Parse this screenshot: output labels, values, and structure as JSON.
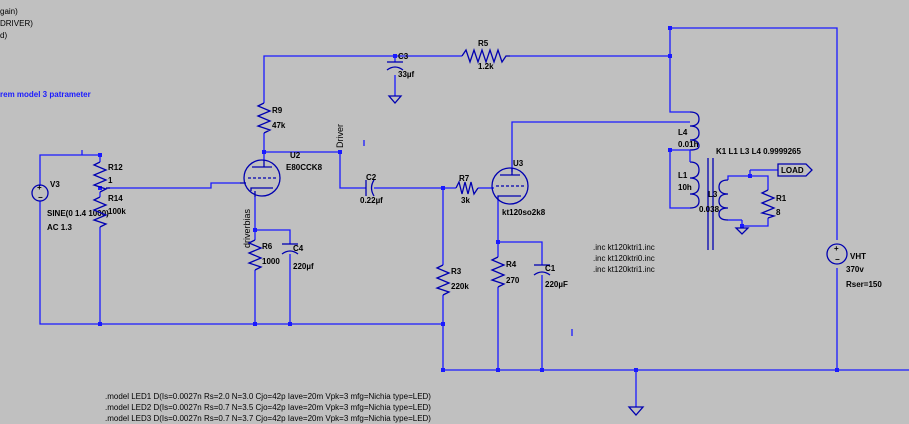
{
  "header_lines": [
    "gain)",
    "DRIVER)",
    "d)"
  ],
  "header_note": "rem model 3 patrameter",
  "components": {
    "v3": {
      "name": "V3",
      "value": "SINE(0 1.4 1000)",
      "extra": "AC 1.3"
    },
    "r12": {
      "name": "R12",
      "value": "1"
    },
    "r14": {
      "name": "R14",
      "value": "100k"
    },
    "r9": {
      "name": "R9",
      "value": "47k"
    },
    "c3": {
      "name": "C3",
      "value": "33µf"
    },
    "r5": {
      "name": "R5",
      "value": "1.2k"
    },
    "u2": {
      "name": "U2",
      "value": "E80CCK8"
    },
    "c2": {
      "name": "C2",
      "value": "0.22µf"
    },
    "r7": {
      "name": "R7",
      "value": "3k"
    },
    "u3": {
      "name": "U3",
      "value": "kt120so2k8"
    },
    "r6": {
      "name": "R6",
      "value": "1000"
    },
    "c4": {
      "name": "C4",
      "value": "220µf"
    },
    "r3": {
      "name": "R3",
      "value": "220k"
    },
    "r4": {
      "name": "R4",
      "value": "270"
    },
    "c1": {
      "name": "C1",
      "value": "220µF"
    },
    "l4": {
      "name": "L4",
      "value": "0.01h"
    },
    "l1": {
      "name": "L1",
      "value": "10h"
    },
    "l3": {
      "name": "L3",
      "value": "0.038"
    },
    "r1": {
      "name": "R1",
      "value": "8"
    },
    "k1": {
      "text": "K1 L1  L3 L4 0.9999265"
    },
    "vht": {
      "name": "VHT",
      "value": "370v",
      "extra": "Rser=150"
    }
  },
  "net_labels": {
    "driver": "Driver",
    "driverbias": "driverbias",
    "load": "LOAD"
  },
  "includes": [
    ".inc kt120ktri1.inc",
    ".inc kt120ktri0.inc",
    ".inc kt120ktri1.inc"
  ],
  "models": [
    ".model LED1 D(Is=0.0027n Rs=2.0 N=3.0 Cjo=42p Iave=20m Vpk=3 mfg=Nichia type=LED)",
    ".model LED2 D(Is=0.0027n Rs=0.7 N=3.5 Cjo=42p Iave=20m Vpk=3 mfg=Nichia type=LED)",
    ".model LED3 D(Is=0.0027n Rs=0.7 N=3.7 Cjo=42p Iave=20m Vpk=3 mfg=Nichia type=LED)"
  ],
  "colors": {
    "background": "#c0c0c0",
    "wire": "#1a1aff",
    "component": "#0000b0",
    "text": "#000000"
  }
}
